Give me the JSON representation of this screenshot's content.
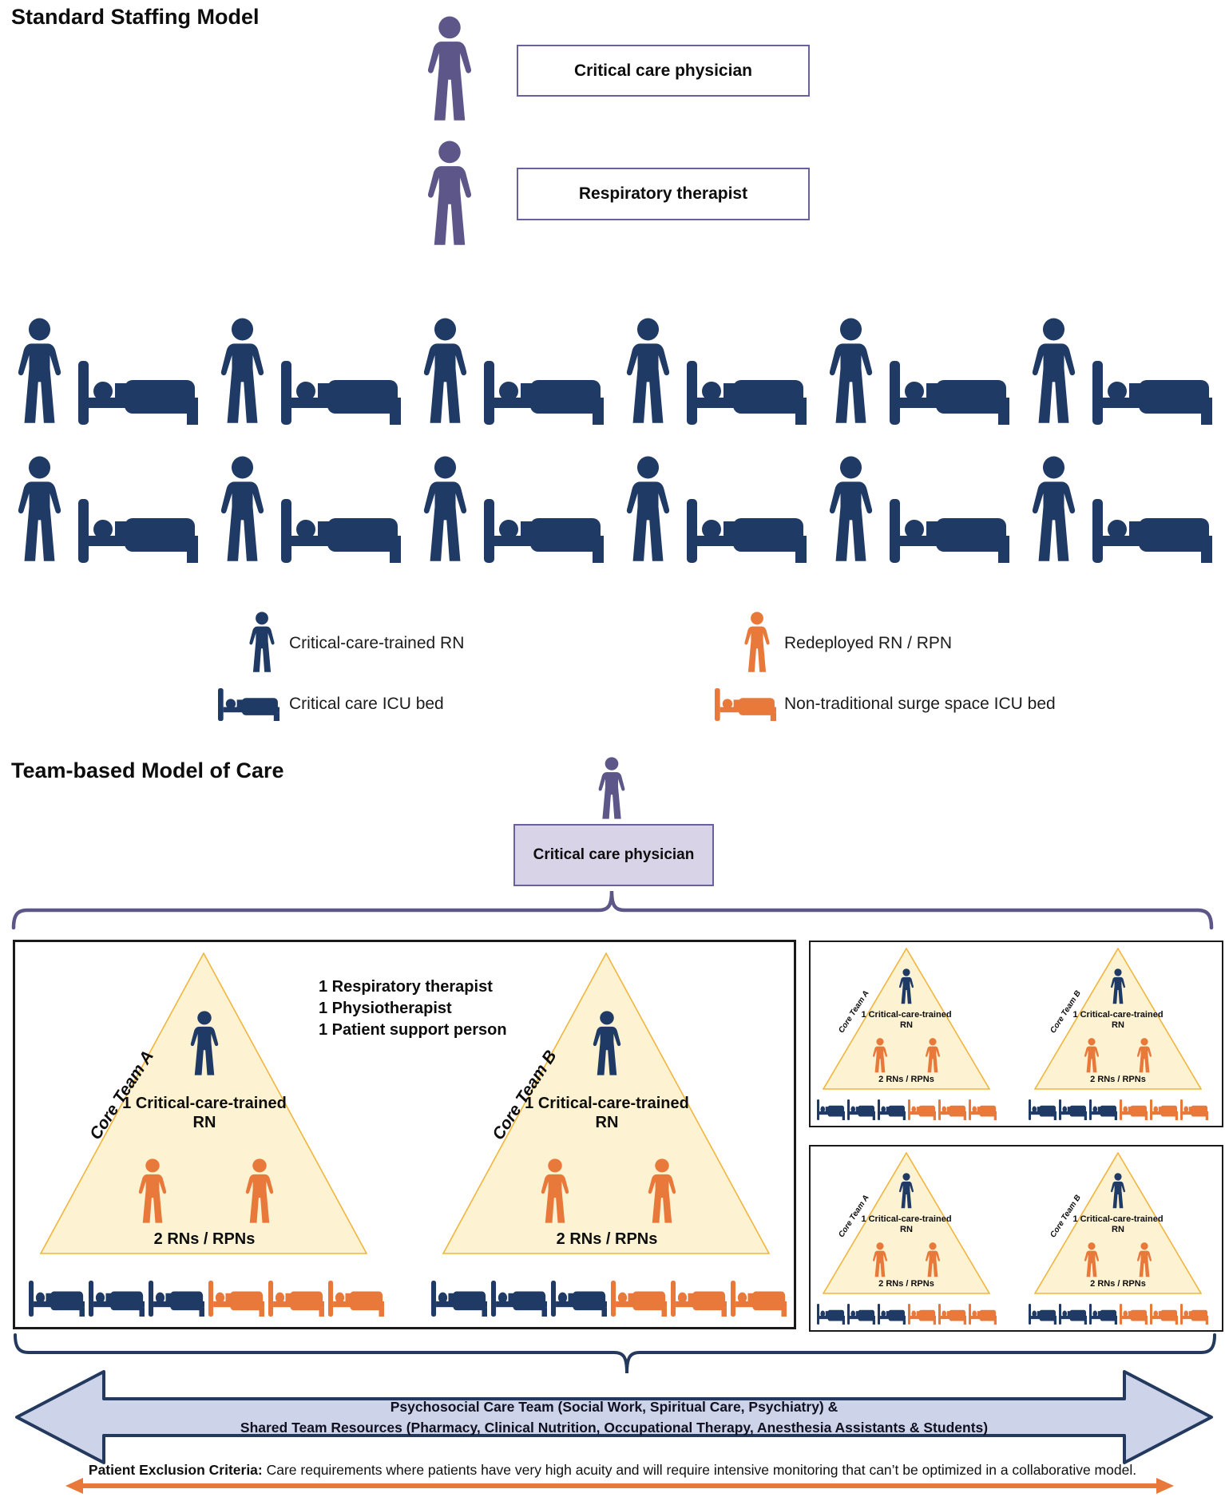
{
  "colors": {
    "navy": "#1f3a64",
    "orange": "#e8793a",
    "purple": "#5d5689",
    "purple-border": "#68619c",
    "lavender": "#d9d3e8",
    "tri-fill": "#fdf3d2",
    "tri-stroke": "#f1b53d",
    "arrow-fill": "#cdd3e9",
    "arrow-stroke": "#24395e",
    "ink": "#0d0d0d"
  },
  "standard_model": {
    "title": "Standard Staffing Model",
    "physician_label": "Critical care physician",
    "therapist_label": "Respiratory therapist",
    "units_per_row": 6,
    "row_count": 2
  },
  "legend": {
    "rn_navy": "Critical-care-trained RN",
    "rn_orange": "Redeployed RN / RPN",
    "bed_navy": "Critical care ICU bed",
    "bed_orange": "Non-traditional surge space ICU bed"
  },
  "team_model": {
    "title": "Team-based Model of Care",
    "physician_label": "Critical care physician",
    "support_staff": [
      "1 Respiratory therapist",
      "1 Physiotherapist",
      "1 Patient support person"
    ],
    "core_team_a": "Core Team A",
    "core_team_b": "Core Team B",
    "rn_line1": "1 Critical-care-trained",
    "rn_line2": "RN",
    "rns_label": "2 RNs / RPNs",
    "beds_per_row": 6,
    "surge_pod_count": 2
  },
  "footer": {
    "psychosocial_line1": "Psychosocial Care Team (Social Work, Spiritual Care, Psychiatry) &",
    "psychosocial_line2": "Shared Team Resources (Pharmacy, Clinical Nutrition, Occupational Therapy, Anesthesia Assistants & Students)",
    "exclusion_label": "Patient Exclusion Criteria:",
    "exclusion_text": " Care requirements where patients have very high acuity and will require intensive monitoring that can’t be optimized in a collaborative model."
  }
}
